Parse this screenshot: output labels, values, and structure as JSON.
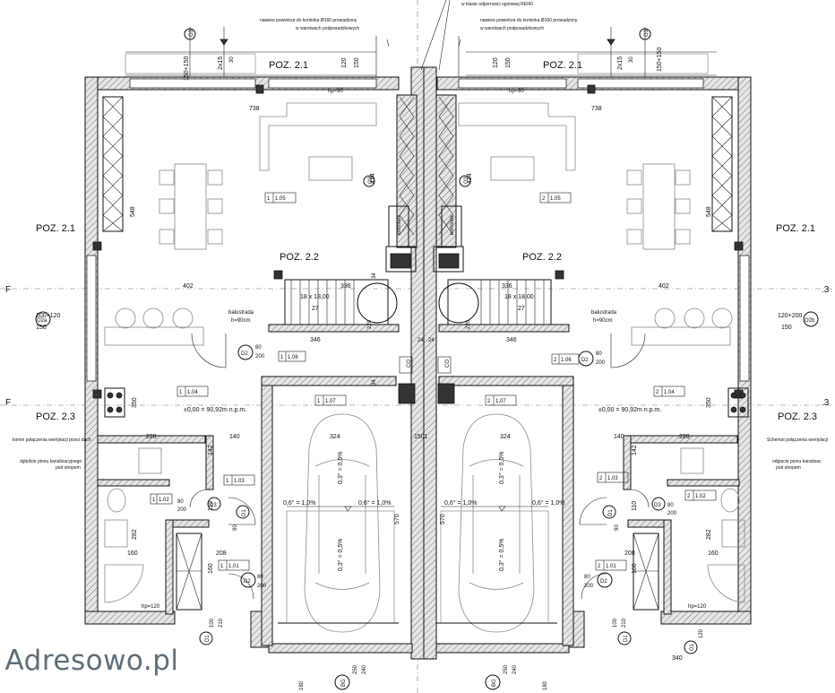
{
  "title": "",
  "top_notes": {
    "fire_class": "w klasie odporności ogniowej REI60",
    "chimney_left_1": "nawiew powietrza do kominka Ø160 prowadzony",
    "chimney_left_2": "w warstwach podposadzkowych",
    "chimney_right_1": "nawiew powietrza do kominka Ø160 prowadzony",
    "chimney_right_2": "w warstwach podposadzkowych"
  },
  "positions": {
    "poz21": "POZ. 2.1",
    "poz22": "POZ. 2.2",
    "poz23": "POZ. 2.3"
  },
  "window_tags": {
    "o3": "O3",
    "o2a": "O2a",
    "o2b": "O2b",
    "o1": "O1",
    "d3": "D3",
    "d2": "D2",
    "d1": "D1",
    "co": "CO",
    "bg": "BG"
  },
  "room_labels": {
    "r105": "1.05",
    "r205": "1.05",
    "r106": "1.06",
    "r206": "1.06",
    "r107": "1.07",
    "r207": "1.07",
    "r104": "1.04",
    "r204": "1.04",
    "r103": "1.03",
    "r203": "1.03",
    "r102": "1.02",
    "r202": "1.02",
    "r101": "1.01",
    "r201": "1.01",
    "unit1": "1",
    "unit2": "2"
  },
  "dimensions": {
    "d738": "738",
    "d548": "548",
    "d414": "414",
    "d402": "402",
    "d336": "336",
    "d346": "346",
    "d350": "350",
    "d228": "228",
    "d140": "140",
    "d324": "324",
    "d150": "150",
    "d142": "142",
    "d110": "110",
    "d282": "282",
    "d160": "160",
    "d208": "208",
    "d570": "570",
    "d200": "200",
    "d80": "80",
    "d90": "90",
    "d120": "120",
    "d210": "210",
    "d100": "100",
    "d340": "340",
    "d250": "250",
    "d240": "240",
    "d180": "180",
    "d30": "30",
    "d2x15": "2x15",
    "d150150": "150+150",
    "d200120": "200+120",
    "d120200": "120+200",
    "hp90": "hp=90",
    "hp120": "hp=120",
    "d24": "24",
    "d34": "34",
    "d220": "220",
    "d1501": "1501"
  },
  "stairs": {
    "label": "18 x 18,00",
    "count": "27",
    "rail": "balustrada",
    "rail_h": "h=90cm"
  },
  "kominek": "kominek",
  "level": "±0,00 = 90,92m n.p.m.",
  "slopes": {
    "s03": "0,3° = 0,5%",
    "s06": "0,6° = 1,0%"
  },
  "side_notes": {
    "vent_left": "komin połączenia wentylacji przez dach",
    "drain_left_1": "dględzie pionu kanalizacyjnego",
    "drain_left_2": "pod stropem",
    "vent_right": "Schemat połączenia wentylacji",
    "drain_right_1": "odgięcie pionu kanalizac",
    "drain_right_2": "pod stropem"
  },
  "edge_letters": {
    "f": "F",
    "e3": ".3"
  },
  "watermark": "Adresowo.pl"
}
